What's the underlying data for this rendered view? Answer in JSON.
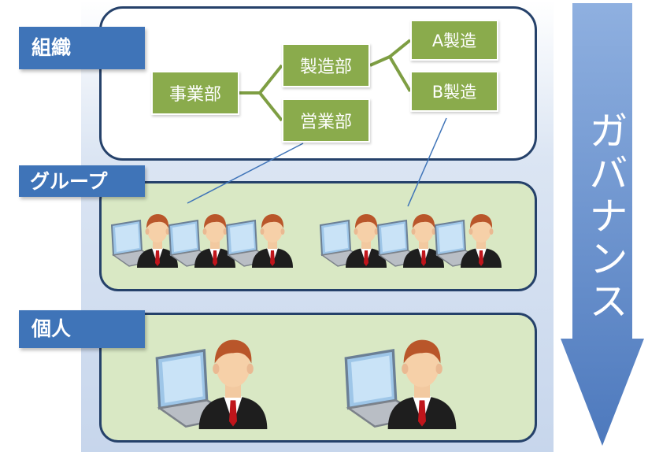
{
  "layers": {
    "org_label": "組織",
    "group_label": "グループ",
    "individual_label": "個人"
  },
  "org_chart": {
    "root": "事業部",
    "dept1": "製造部",
    "dept2": "営業部",
    "sub_a": "A製造",
    "sub_b": "B製造"
  },
  "arrow_label": "ガバナンス",
  "icons": {
    "person": "person-at-laptop-icon"
  },
  "colors": {
    "label_blue": "#3f74b8",
    "box_green": "#8aab4c",
    "panel_green": "#d9e8c4",
    "border_navy": "#25416a",
    "arrow_blue": "#5b86c8"
  }
}
